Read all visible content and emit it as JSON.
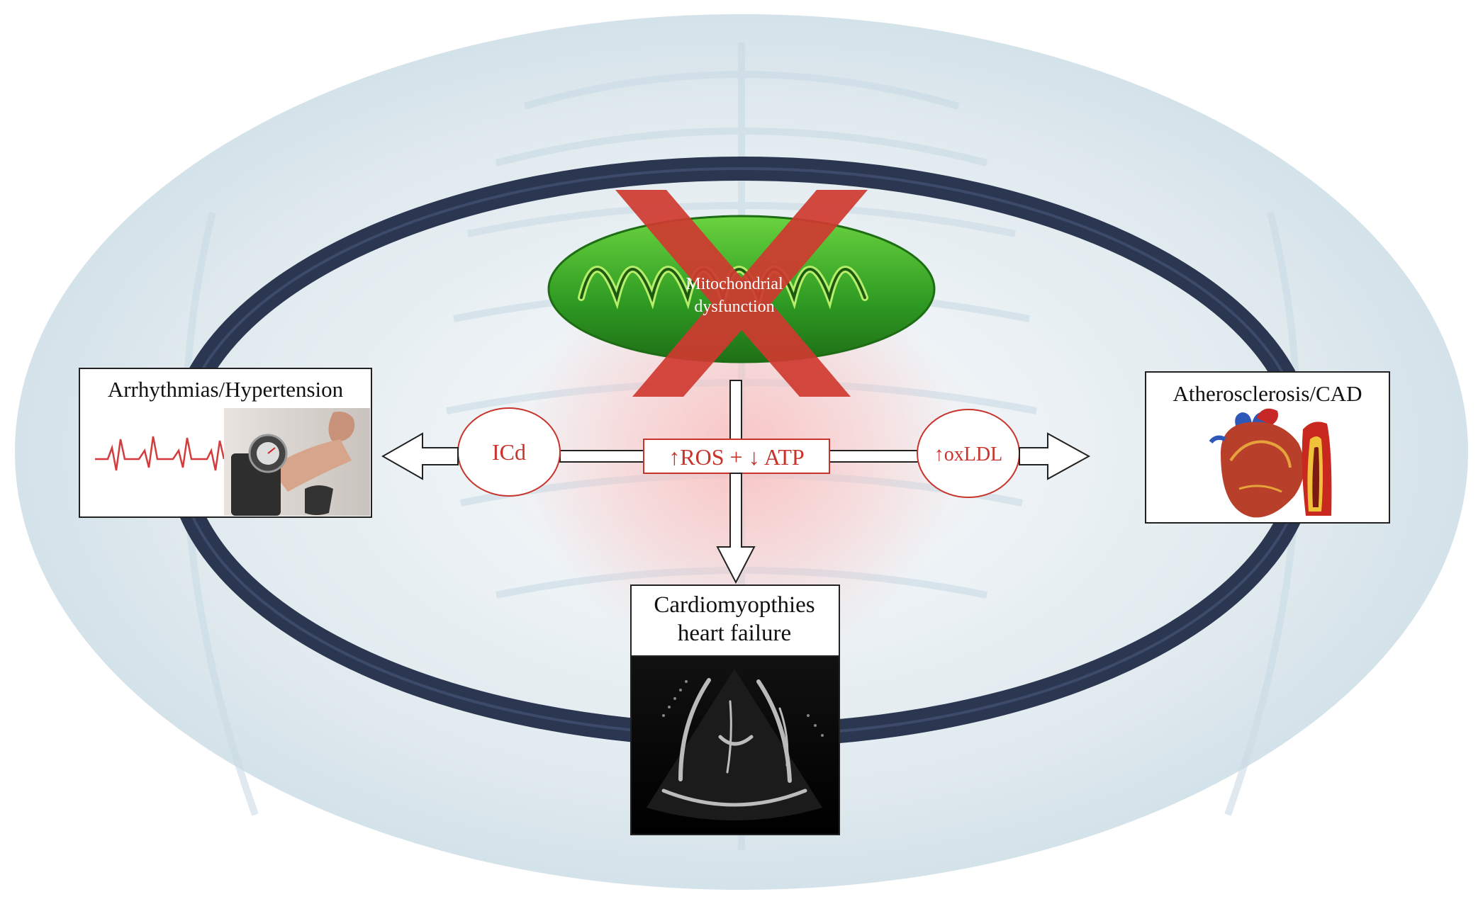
{
  "center": {
    "line1": "Mitochondrial",
    "line2": "dysfunction"
  },
  "hub": {
    "label": "↑ROS + ↓ ATP"
  },
  "left_circle": {
    "label": "ICd"
  },
  "right_circle": {
    "label": "↑oxLDL"
  },
  "left_box": {
    "title": "Arrhythmias/Hypertension"
  },
  "right_box": {
    "title": "Atherosclerosis/CAD"
  },
  "bottom_box": {
    "line1": "Cardiomyopthies",
    "line2": "heart failure"
  },
  "colors": {
    "ring": "#2b3650",
    "accent_red": "#c8332c",
    "cross_red": "#cf3a30",
    "mito_green": "#3aaa2a",
    "background_glow": "#dbe7ee"
  }
}
